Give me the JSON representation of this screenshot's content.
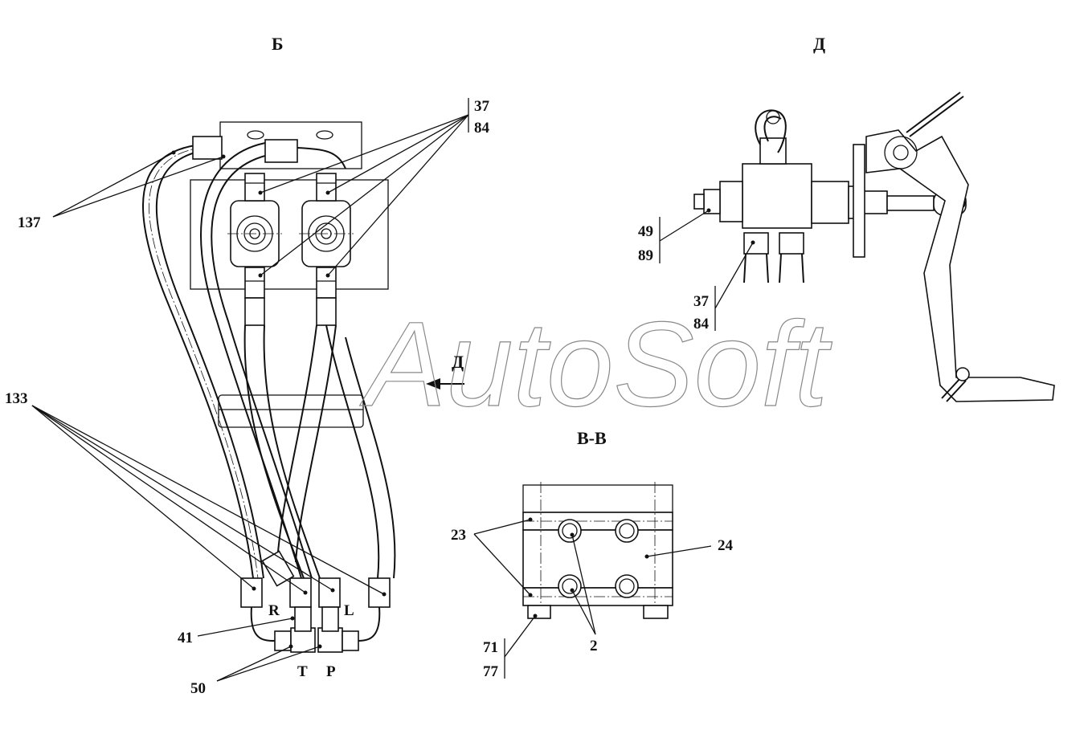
{
  "views": {
    "b": "Б",
    "d": "Д",
    "vv": "В-В",
    "arrow_d": "Д"
  },
  "watermark": "AutoSoft",
  "callouts": {
    "c137": "137",
    "c133": "133",
    "c37a": "37",
    "c84a": "84",
    "c41": "41",
    "c50": "50",
    "c49": "49",
    "c89": "89",
    "c37b": "37",
    "c84b": "84",
    "c23": "23",
    "c24": "24",
    "c2": "2",
    "c71": "71",
    "c77": "77"
  },
  "ports": {
    "r": "R",
    "l": "L",
    "t": "T",
    "p": "P"
  }
}
